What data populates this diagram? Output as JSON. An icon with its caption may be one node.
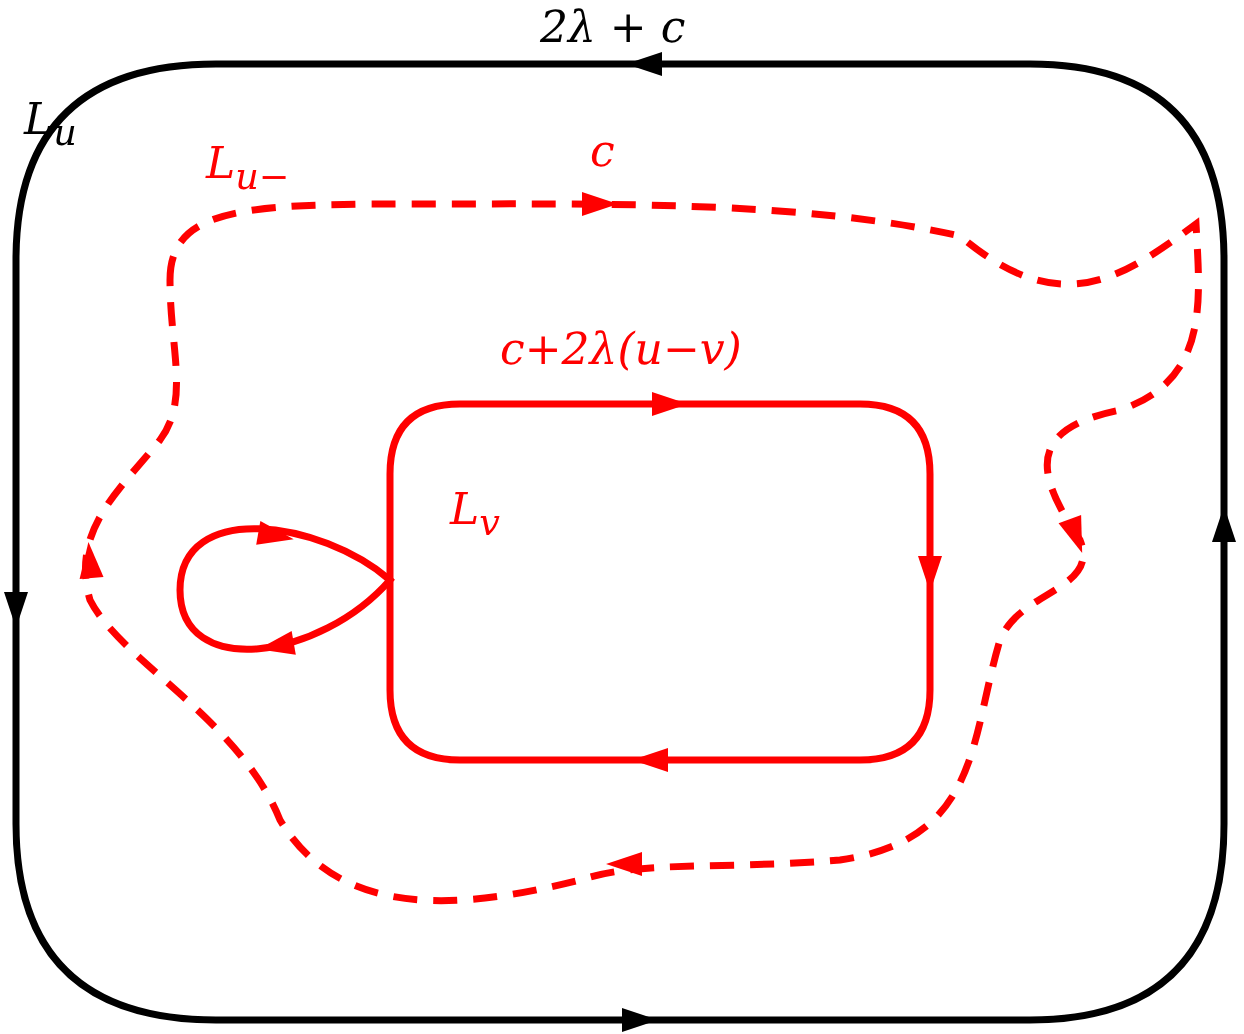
{
  "diagram": {
    "labels": [
      "2λ + c",
      "L$_{u}$",
      "L$_{u−}$",
      "c",
      "c+2λ(u−v)",
      "L$_{v}$"
    ]
  }
}
